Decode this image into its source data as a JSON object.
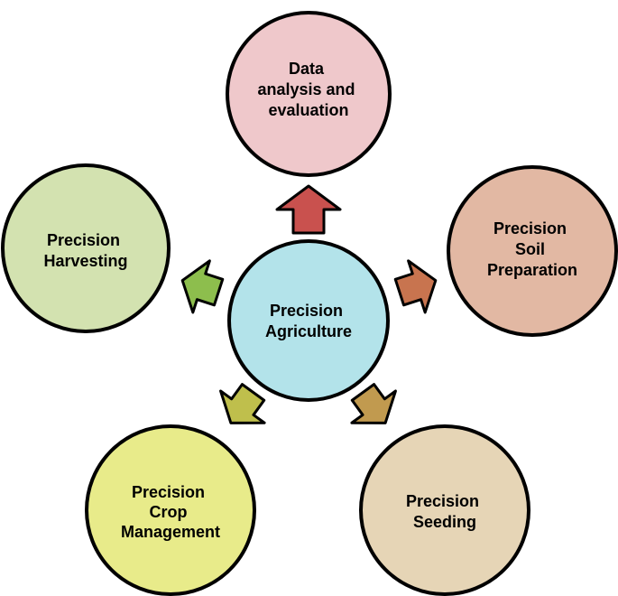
{
  "center": {
    "lines": [
      "Precision",
      "Agriculture"
    ],
    "color": "#B3E3EA"
  },
  "nodes": [
    {
      "id": "data-analysis",
      "lines": [
        "Data",
        "analysis and",
        "evaluation"
      ],
      "color": "#EFC8CB",
      "arrow_color": "#C9514E"
    },
    {
      "id": "soil-preparation",
      "lines": [
        "Precision",
        "Soil",
        "Preparation"
      ],
      "color": "#E2B8A3",
      "arrow_color": "#C8744F"
    },
    {
      "id": "seeding",
      "lines": [
        "Precision",
        "Seeding"
      ],
      "color": "#E6D5B6",
      "arrow_color": "#C19A4F"
    },
    {
      "id": "crop-management",
      "lines": [
        "Precision",
        "Crop",
        "Management"
      ],
      "color": "#E8EB8A",
      "arrow_color": "#BFBF4C"
    },
    {
      "id": "harvesting",
      "lines": [
        "Precision",
        "Harvesting"
      ],
      "color": "#D3E2B0",
      "arrow_color": "#8DBE4D"
    }
  ]
}
